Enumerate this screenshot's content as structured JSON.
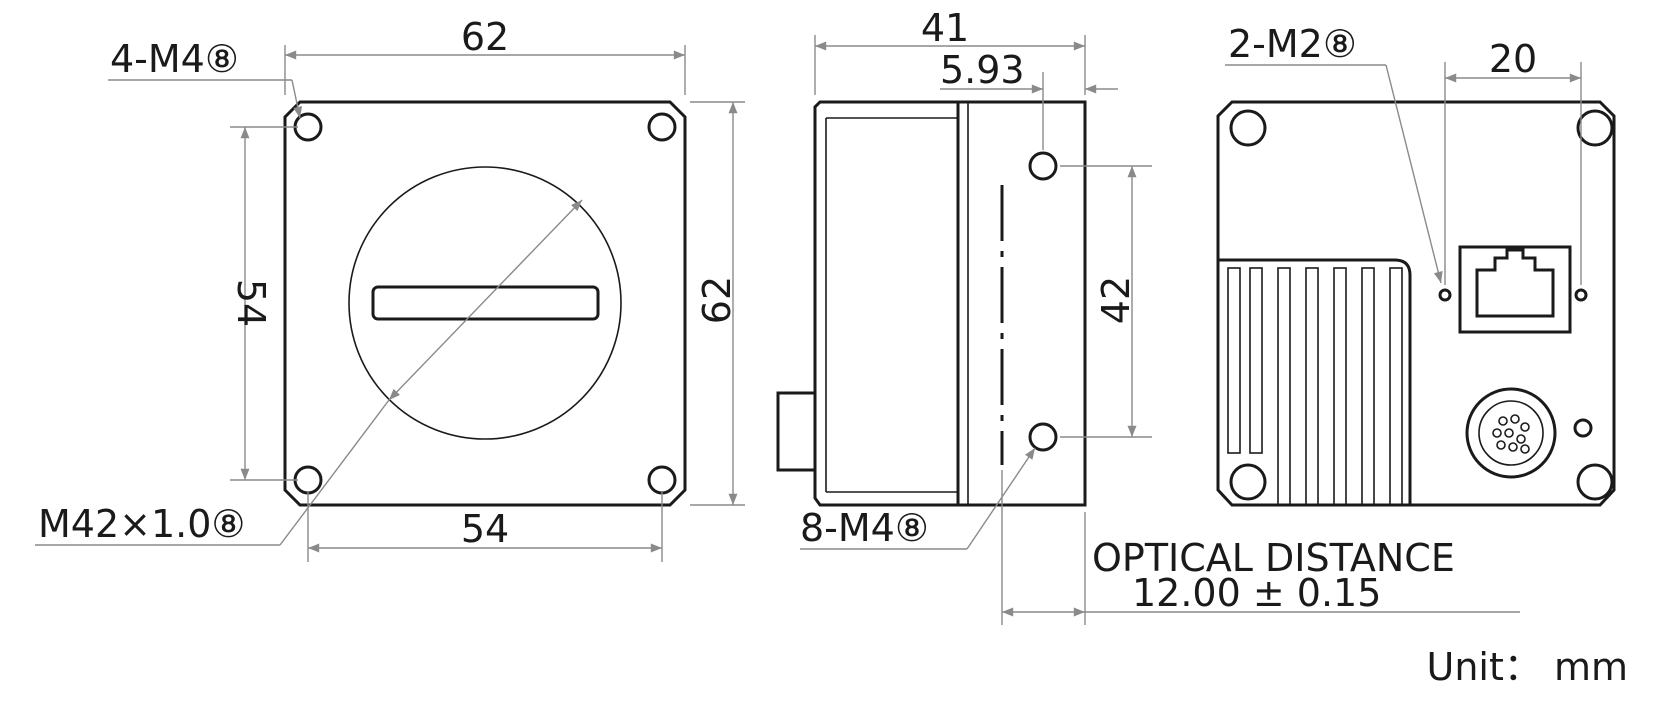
{
  "front_view": {
    "dim_top": "62",
    "dim_right": "62",
    "dim_left": "54",
    "dim_bottom": "54",
    "thread_callout": "4-M4⑧",
    "mount_callout": "M42×1.0⑧"
  },
  "side_view": {
    "dim_top": "41",
    "dim_offset": "5.93",
    "dim_right": "42",
    "hole_callout": "8-M4⑧",
    "optical_label": "OPTICAL DISTANCE",
    "optical_value": "12.00 ± 0.15"
  },
  "rear_view": {
    "hole_callout": "2-M2⑧",
    "dim_top": "20"
  },
  "unit_label": "Unit： mm",
  "colors": {
    "outline": "#1a1a1a",
    "dimension": "#8a8a8a",
    "background": "#ffffff"
  }
}
